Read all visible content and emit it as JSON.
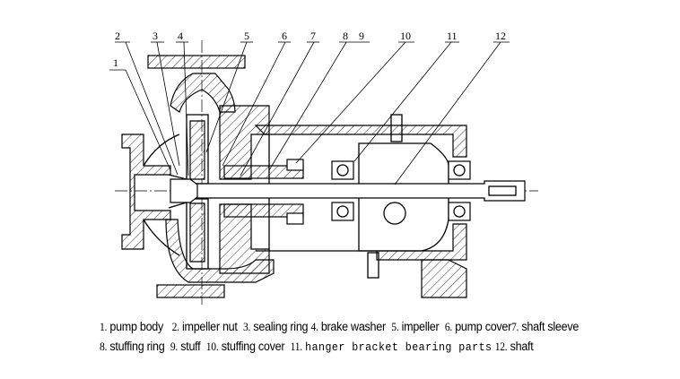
{
  "callouts": [
    "1",
    "2",
    "3",
    "4",
    "5",
    "6",
    "7",
    "8",
    "9",
    "10",
    "11",
    "12"
  ],
  "legend": [
    {
      "num": "1.",
      "name": "pump body"
    },
    {
      "num": "2.",
      "name": "impeller nut"
    },
    {
      "num": "3.",
      "name": "sealing ring"
    },
    {
      "num": "4.",
      "name": "brake washer"
    },
    {
      "num": "5.",
      "name": "impeller"
    },
    {
      "num": "6.",
      "name": "pump cover"
    },
    {
      "num": "7.",
      "name": "shaft sleeve"
    },
    {
      "num": "8.",
      "name": "stuffing ring"
    },
    {
      "num": "9.",
      "name": "stuff"
    },
    {
      "num": "10.",
      "name": "stuffing cover"
    },
    {
      "num": "11.",
      "name": "hanger bracket bearing parts"
    },
    {
      "num": "12.",
      "name": "shaft"
    }
  ]
}
